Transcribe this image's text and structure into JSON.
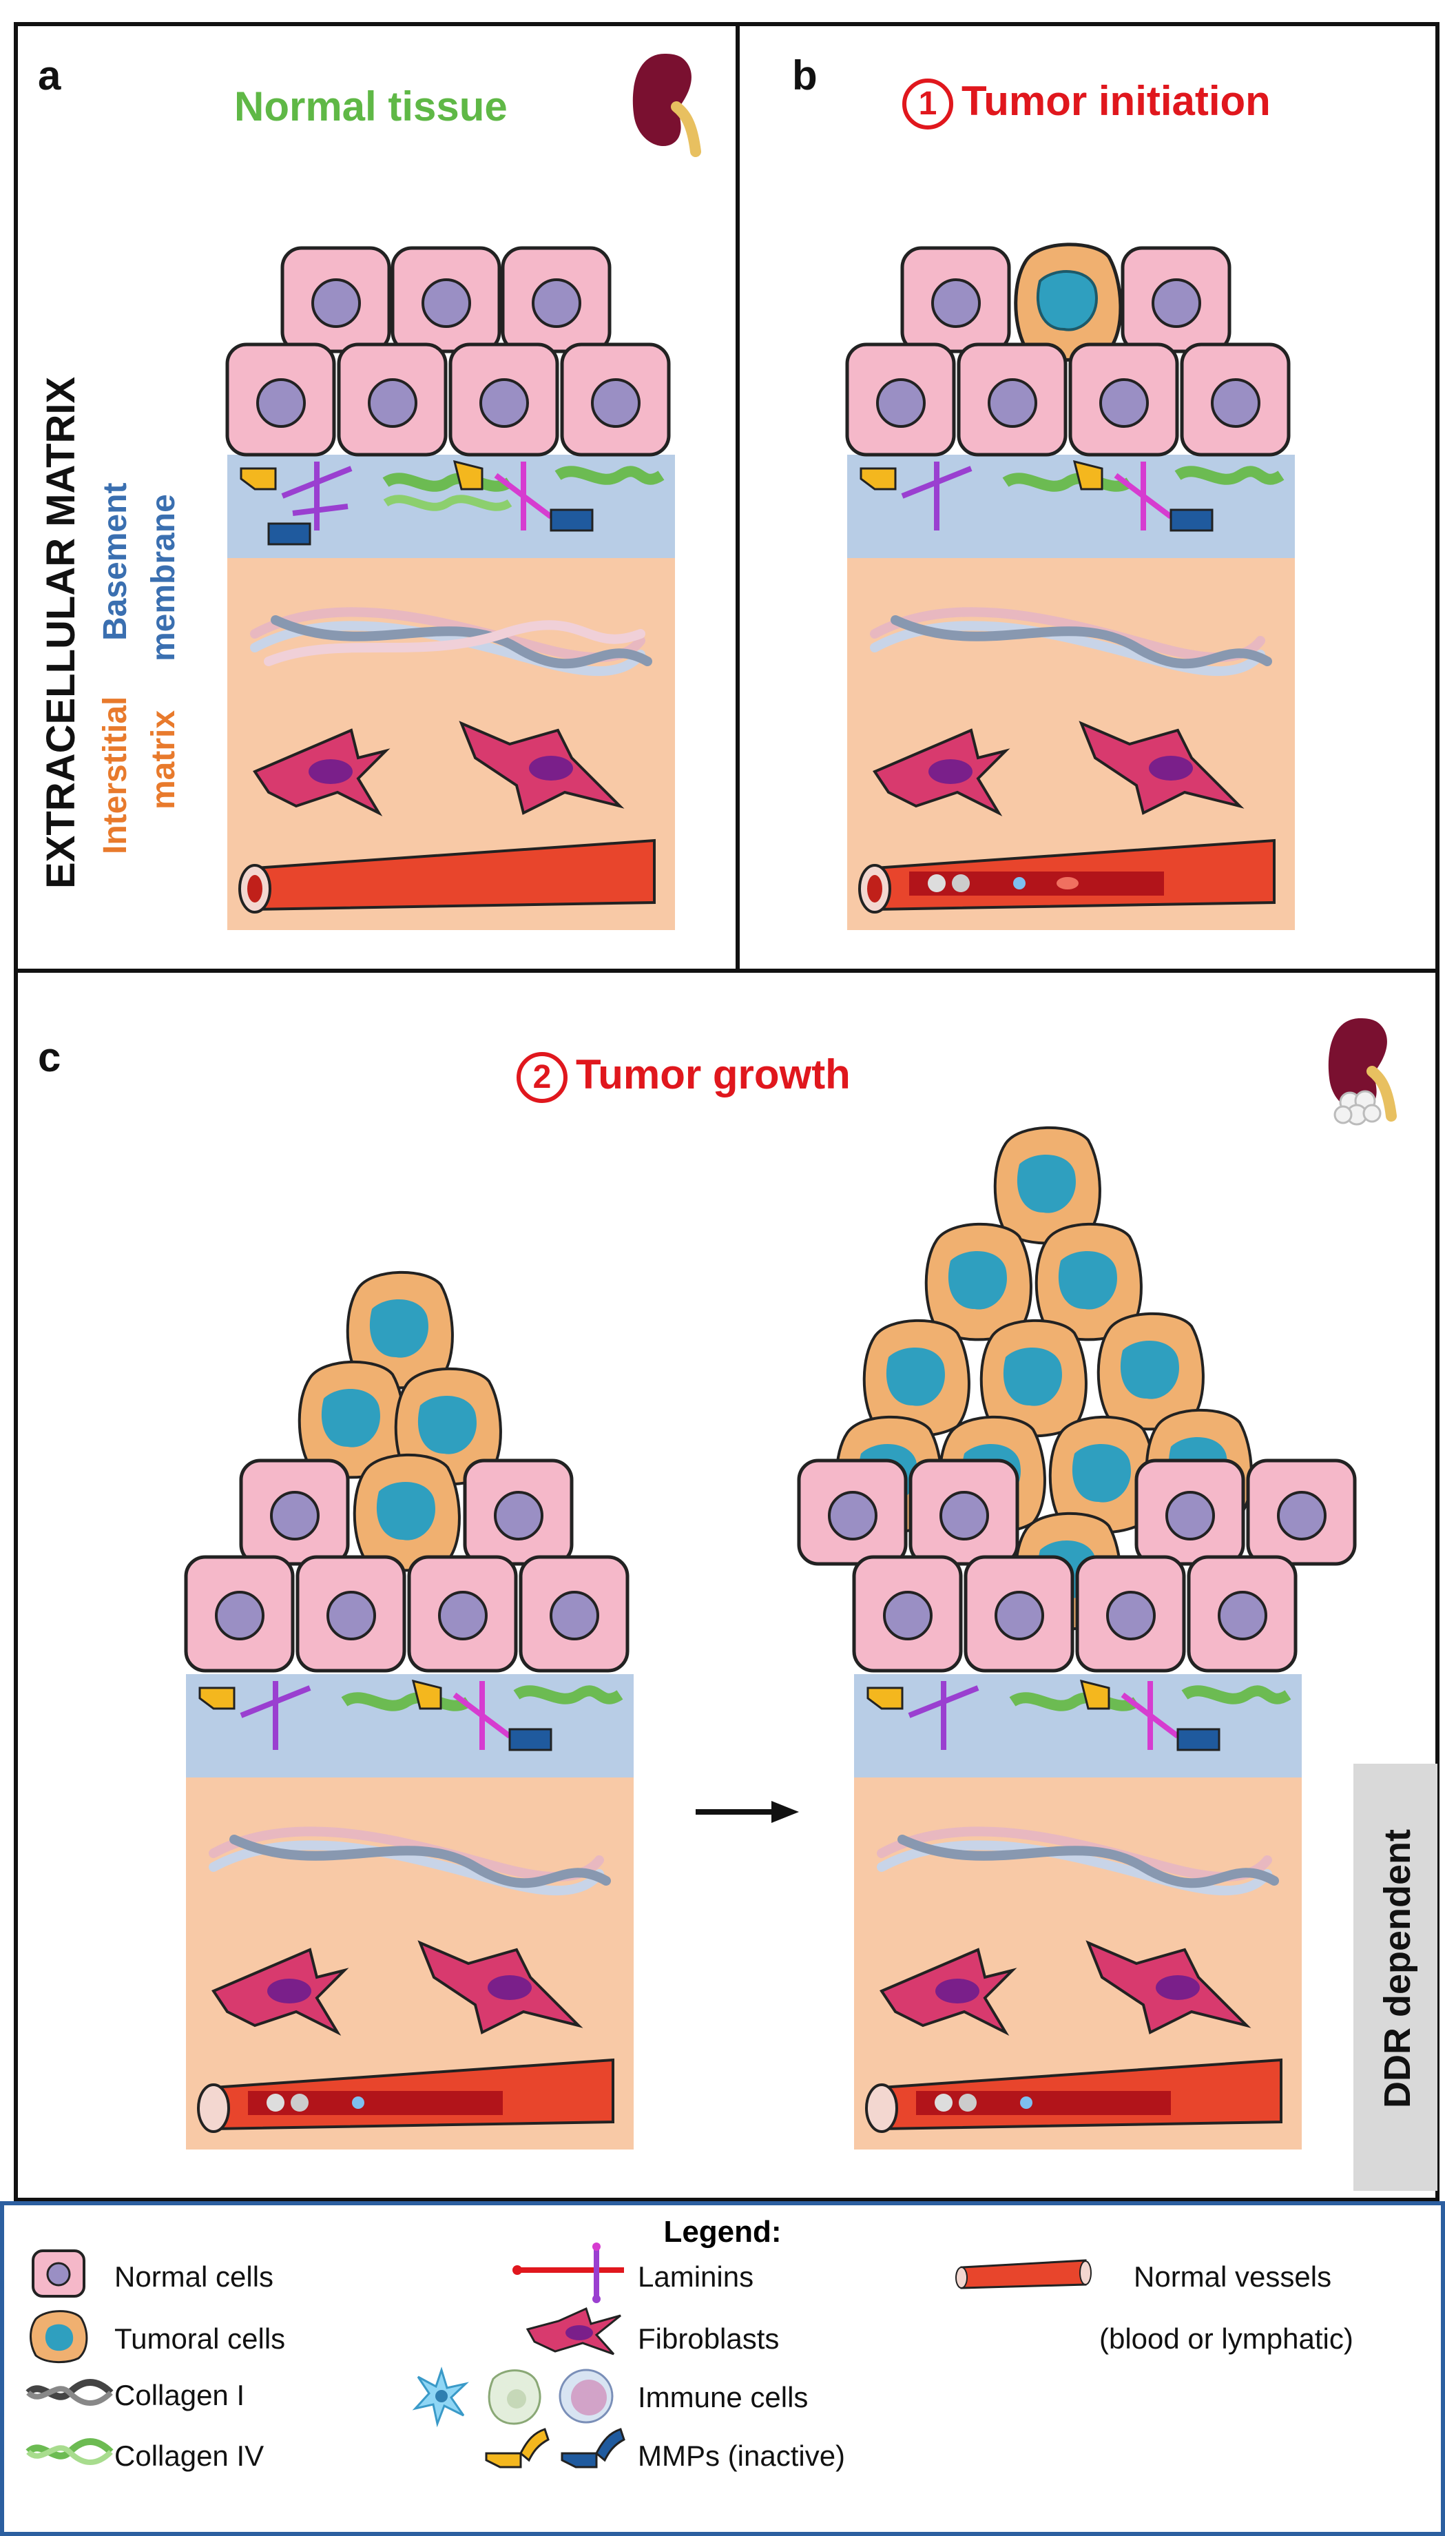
{
  "panels": {
    "a": {
      "letter": "a",
      "title": "Normal tissue",
      "title_color": "#5fb846"
    },
    "b": {
      "letter": "b",
      "circle": "1",
      "title": "Tumor initiation",
      "title_color": "#e0171d"
    },
    "c": {
      "letter": "c",
      "circle": "2",
      "title": "Tumor growth",
      "title_color": "#e0171d"
    }
  },
  "labels": {
    "ecm": "EXTRACELLULAR MATRIX",
    "bm_line1": "Basement",
    "bm_line2": "membrane",
    "im_line1": "Interstitial",
    "im_line2": "matrix",
    "bm_color": "#3a6fb0",
    "im_color": "#e87a2c",
    "ddr": "DDR dependent"
  },
  "legend": {
    "title": "Legend:",
    "items": {
      "normal_cells": "Normal cells",
      "tumoral_cells": "Tumoral cells",
      "collagen1": "Collagen I",
      "collagen4": "Collagen IV",
      "laminins": "Laminins",
      "fibroblasts": "Fibroblasts",
      "immune_cells": "Immune cells",
      "mmps": "MMPs (inactive)",
      "vessels_line1": "Normal vessels",
      "vessels_line2": "(blood or lymphatic)"
    }
  },
  "colors": {
    "normal_cell": "#f5b8c9",
    "nucleus": "#9a8fc4",
    "tumor_cell": "#f0b070",
    "tumor_nucleus": "#2f9fbf",
    "basement": "#b8cde6",
    "interstitial": "#f8c9a6",
    "vessel": "#e8452c",
    "fibroblast": "#d83a6e",
    "collagen4": "#8ccf6e",
    "mmp_yellow": "#f4b71e",
    "mmp_blue": "#1f5a9e"
  }
}
